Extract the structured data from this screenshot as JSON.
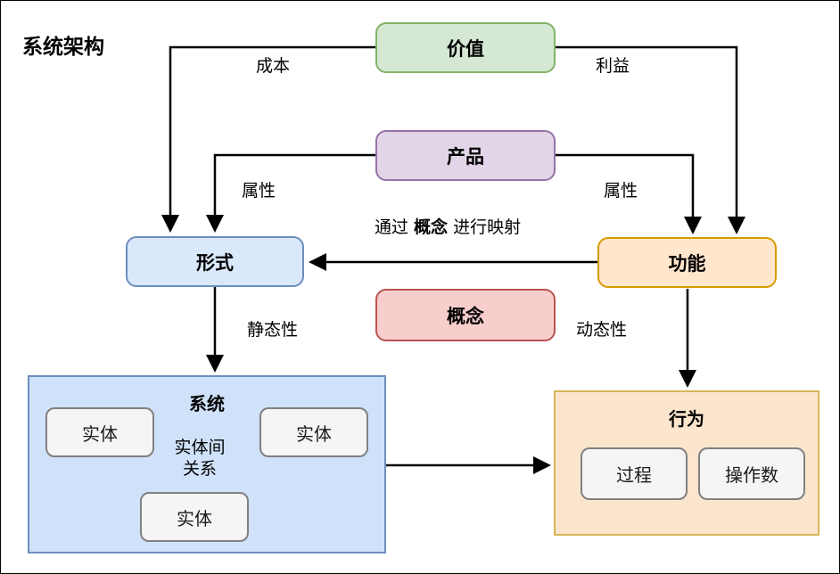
{
  "diagram": {
    "title": "系统架构",
    "nodes": {
      "value": {
        "label": "价值",
        "fill": "#d5e8d4",
        "stroke": "#82b366"
      },
      "product": {
        "label": "产品",
        "fill": "#e1d5e7",
        "stroke": "#9673a6"
      },
      "form": {
        "label": "形式",
        "fill": "#dae8fc",
        "stroke": "#6c8ebf"
      },
      "function": {
        "label": "功能",
        "fill": "#ffe6cc",
        "stroke": "#d79b00"
      },
      "concept": {
        "label": "概念",
        "fill": "#f8cecc",
        "stroke": "#b85450"
      },
      "system": {
        "label": "系统",
        "fill": "#cfe2f9",
        "stroke": "#6c8ebf"
      },
      "behavior": {
        "label": "行为",
        "fill": "#fbe5cd",
        "stroke": "#d6b656"
      }
    },
    "entities": [
      {
        "label": "实体"
      },
      {
        "label": "实体"
      },
      {
        "label": "实体"
      }
    ],
    "behavior_children": [
      {
        "label": "过程"
      },
      {
        "label": "操作数"
      }
    ],
    "edge_labels": {
      "cost": "成本",
      "benefit": "利益",
      "attribute_left": "属性",
      "attribute_right": "属性",
      "mapping_prefix": "通过 ",
      "mapping_bold": "概念",
      "mapping_suffix": " 进行映射",
      "static": "静态性",
      "dynamic": "动态性",
      "entity_relation_line1": "实体间",
      "entity_relation_line2": "关系"
    }
  }
}
